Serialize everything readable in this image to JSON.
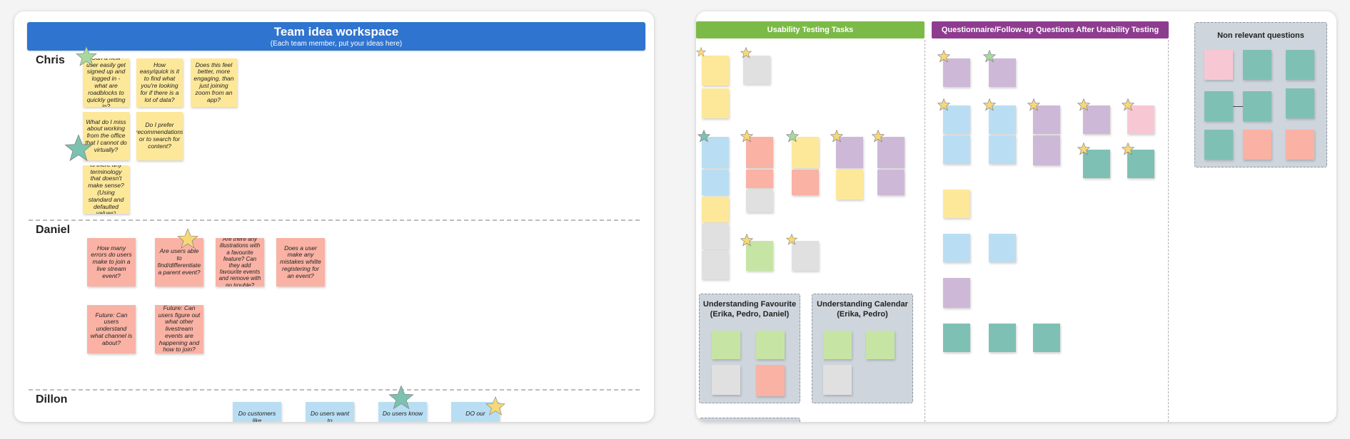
{
  "left_board": {
    "title": "Team idea workspace",
    "subtitle": "(Each team member, put your ideas here)",
    "sections": [
      {
        "name": "Chris",
        "notes": [
          "Can a new user easily get signed up and logged in - what are roadblocks to quickly getting in?",
          "How easy/quick is it to find what you're looking for if there is a lot of data?",
          "Does this feel better, more engaging, than just joining zoom from an app?",
          "What do I miss about working from the office that I cannot do virtually?",
          "Do I prefer recommendations or to search for content?",
          "Is there any terminology that doesn't make sense? (Using standard and defaulted values)"
        ]
      },
      {
        "name": "Daniel",
        "notes": [
          "How many errors do users make to join a live stream event?",
          "Are users able to find/differentiate a parent event?",
          "Are there any illustrations with a favourite feature? Can they add favourite events and remove with no trouble?",
          "Does a user make any mistakes whilte registering for an event?",
          "Future: Can users understand what channel is about?",
          "Future: Can users figure out what other livestream events are happening and how to join?"
        ]
      },
      {
        "name": "Dillon",
        "notes": [
          "Do customers like",
          "Do users want to",
          "Do users know",
          "DO our"
        ]
      }
    ]
  },
  "right_board": {
    "headers": {
      "tasks": "Usability Testing Tasks",
      "questionnaire": "Questionnaire/Follow-up Questions After Usability Testing",
      "non_relevant": "Non relevant questions"
    },
    "groups": {
      "favourite": "Understanding Favourite (Erika, Pedro, Daniel)",
      "calendar": "Understanding Calendar (Erika, Pedro)"
    }
  },
  "colors": {
    "banner_blue": "#2f74cf",
    "tasks_header_green": "#7cba47",
    "questionnaire_header_purple": "#8e3c8f",
    "note_yellow": "#fde89a",
    "note_pink": "#f9b2a4",
    "note_blue": "#b9def3",
    "note_teal": "#7fc0b4",
    "star_yellow": "#f6d878",
    "star_teal": "#7cc2b0"
  }
}
